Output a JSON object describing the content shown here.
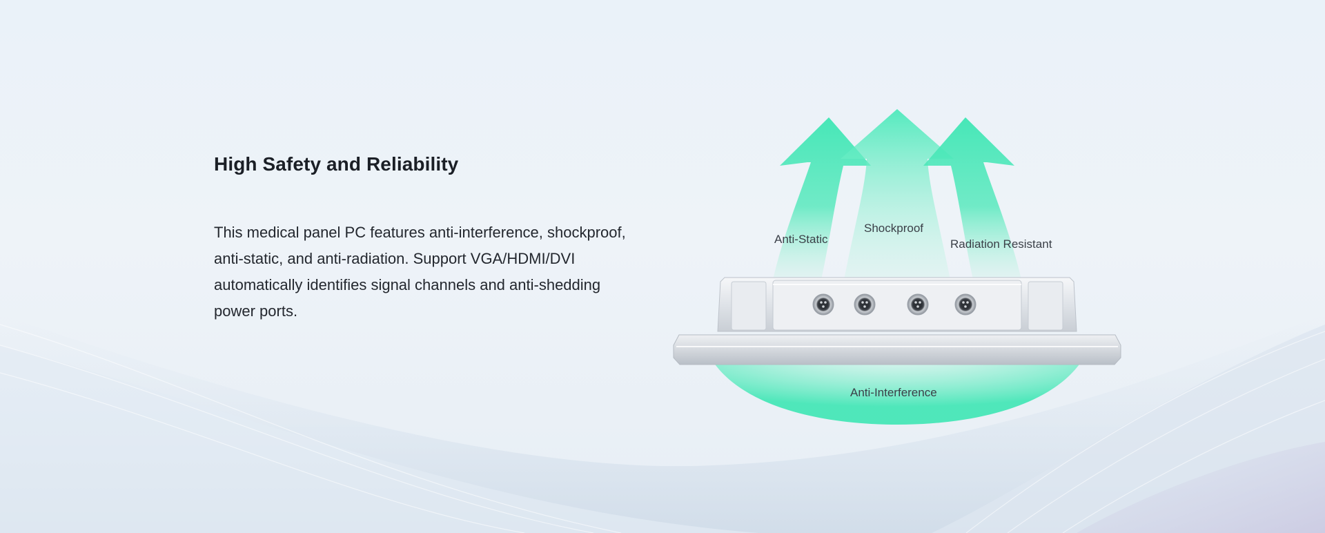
{
  "section": {
    "title": "High Safety and Reliability",
    "description": "This medical panel PC features anti-interference, shockproof, anti-static, and anti-radiation. Support VGA/HDMI/DVI automatically identifies signal channels and anti-shedding power ports."
  },
  "features": {
    "anti_static": "Anti-Static",
    "shockproof": "Shockproof",
    "radiation_resistant": "Radiation Resistant",
    "anti_interference": "Anti-Interference"
  },
  "colors": {
    "accent_green": "#3ee6b4",
    "title_text": "#1b1f26",
    "body_text": "#23272e"
  },
  "icons": {
    "arrows": "upward-arrow-icon",
    "ports": "circular-connector-icon"
  }
}
